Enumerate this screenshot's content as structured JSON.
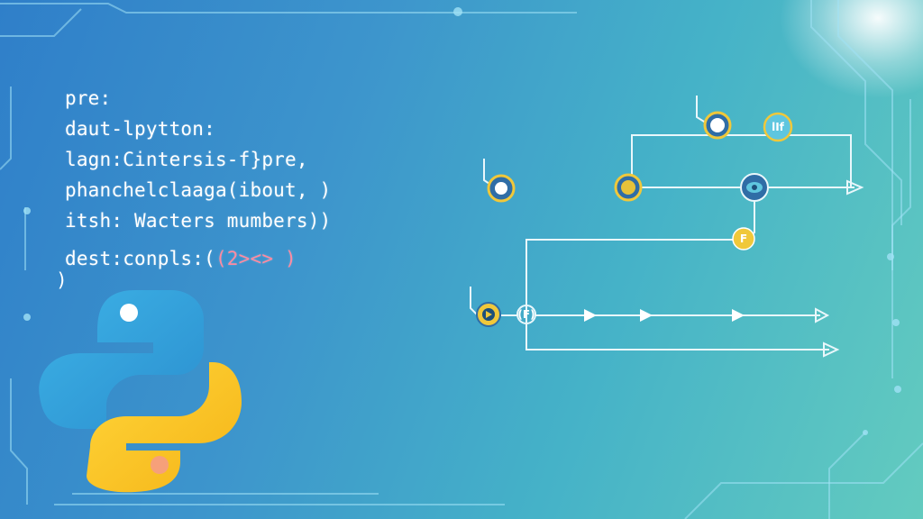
{
  "code": {
    "lines": [
      "pre:",
      "daut-lpytton:",
      "lagn:Cintersis-f}pre,",
      "phanchelclaaga(ibout, )",
      "itsh: Wacters mumbers))"
    ],
    "dest_prefix": "dest:conpls:(",
    "dest_accent": "(2><> )",
    "close": ")"
  },
  "diagram": {
    "node_if_label": "lIf",
    "node_f_yellow_label": "F",
    "node_f_small_label": "(F)"
  },
  "colors": {
    "background_left": "#2f7fc9",
    "background_right": "#63cbbf",
    "python_blue": "#3aa5d9",
    "python_yellow": "#f8c625",
    "accent_pink": "#ff8aa0",
    "node_yellow": "#f0c83a",
    "line_white": "#e9f7fb"
  },
  "icons": {
    "logo": "python-logo-icon"
  }
}
